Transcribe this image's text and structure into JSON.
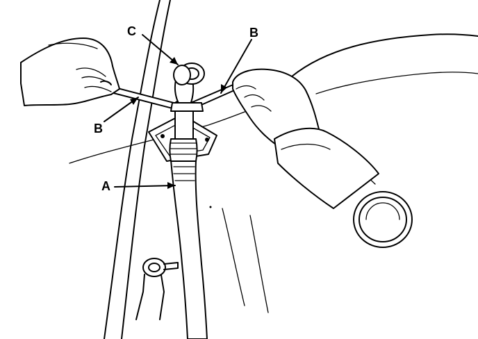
{
  "callouts": {
    "c": "C",
    "b_top": "B",
    "b_left": "B",
    "a": "A"
  },
  "colors": {
    "ink": "#000000",
    "paper": "#ffffff"
  }
}
